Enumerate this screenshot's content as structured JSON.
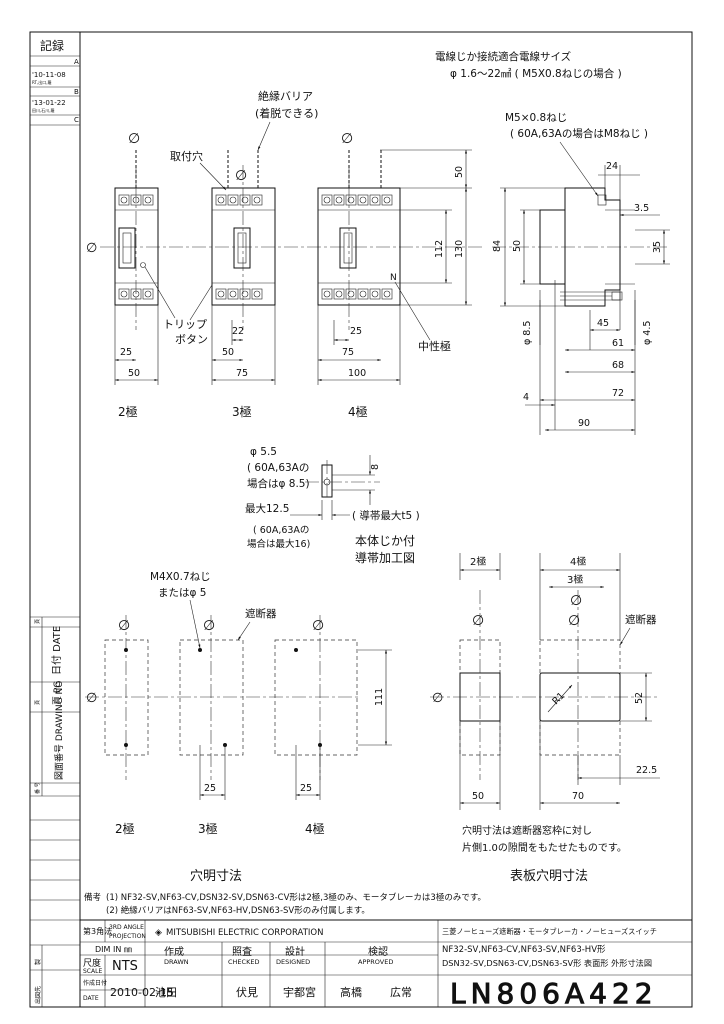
{
  "record": {
    "title": "記録",
    "rev_a": "A",
    "rev_b": "B",
    "rev_c": "C",
    "rev_a_date": "'10-11-08",
    "rev_a_note": "RT,出口,羅",
    "rev_b_date": "'13-01-22",
    "rev_b_note": "田川,石川,羅"
  },
  "side_labels": {
    "date": "日付 DATE",
    "page": "頁 PG",
    "drawing_no": "図面番号 DRAWING NO",
    "date_small": "頁",
    "pg_small": "頁",
    "no_small": "番 号",
    "bottom1": "製",
    "bottom2": "出図先"
  },
  "top_note": {
    "line1": "電線じか接続適合電線サイズ",
    "line2": "φ 1.6～22㎟ ( M5X0.8ねじの場合 )"
  },
  "front_view": {
    "barrier1": "絶縁バリア",
    "barrier2": "(着脱できる)",
    "mount_hole": "取付穴",
    "trip1": "トリップ",
    "trip2": "ボタン",
    "neutral": "中性極",
    "neutral_mark": "N",
    "pole2": "2極",
    "pole3": "3極",
    "pole4": "4極",
    "dims": {
      "d25a": "25",
      "d50a": "50",
      "d22": "22",
      "d50b": "50",
      "d75a": "75",
      "d25b": "25",
      "d75b": "75",
      "d100": "100",
      "d50c": "50",
      "d112": "112",
      "d130": "130"
    }
  },
  "side_view": {
    "screw1": "M5×0.8ねじ",
    "screw2": "( 60A,63Aの場合はM8ねじ )",
    "dims": {
      "d24": "24",
      "d3_5": "3.5",
      "d84": "84",
      "d50": "50",
      "d35": "35",
      "d8_5": "φ 8.5",
      "d4_5": "φ 4.5",
      "d45": "45",
      "d61": "61",
      "d68": "68",
      "d4": "4",
      "d72": "72",
      "d90": "90"
    }
  },
  "terminal": {
    "phi1": "φ 5.5",
    "phi2": "( 60A,63Aの",
    "phi3": "場合はφ 8.5)",
    "d8": "8",
    "max1": "最大12.5",
    "max2": "( 60A,63Aの",
    "max3": "場合は最大16)",
    "tmax": "( 導帯最大t5 )",
    "title1": "本体じか付",
    "title2": "導帯加工図"
  },
  "hole_section": {
    "screw1": "M4X0.7ねじ",
    "screw2": "またはφ 5",
    "breaker": "遮断器",
    "d111": "111",
    "d25a": "25",
    "d25b": "25",
    "pole2": "2極",
    "pole3": "3極",
    "pole4": "4極",
    "title": "穴明寸法"
  },
  "panel_section": {
    "pole2": "2極",
    "pole4": "4極",
    "pole3": "3極",
    "breaker": "遮断器",
    "r1": "R1",
    "d52": "52",
    "d22_5": "22.5",
    "d50": "50",
    "d70": "70",
    "note1": "穴明寸法は遮断器窓枠に対し",
    "note2": "片側1.0の隙間をもたせたものです。",
    "title": "表板穴明寸法"
  },
  "remarks": {
    "label": "備考",
    "r1": "(1) NF32-SV,NF63-CV,DSN32-SV,DSN63-CV形は2極,3極のみ、モータブレーカは3極のみです。",
    "r2": "(2) 絶縁バリアはNF63-SV,NF63-HV,DSN63-SV形のみ付属します。"
  },
  "title_block": {
    "angle": "第3角法",
    "angle_en1": "3RD ANGLE",
    "angle_en2": "PROJECTION",
    "dim_in": "DIM IN ㎜",
    "scale_jp": "尺度",
    "scale_en": "SCALE",
    "scale_val": "NTS",
    "date_jp": "作成日付",
    "date_en": "DATE",
    "date_val": "2010-02-15",
    "company": "MITSUBISHI ELECTRIC CORPORATION",
    "drawn_jp": "作成",
    "drawn_en": "DRAWN",
    "checked_jp": "照査",
    "checked_en": "CHECKED",
    "designed_jp": "設計",
    "designed_en": "DESIGNED",
    "approved_jp": "検認",
    "approved_en": "APPROVED",
    "drawn_name": "池田",
    "checked_name": "伏見",
    "designed_name": "宇都宮",
    "approved_name1": "高橋",
    "approved_name2": "広常",
    "product1": "三菱ノーヒューズ遮断器・モータブレーカ・ノーヒューズスイッチ",
    "product2": "NF32-SV,NF63-CV,NF63-SV,NF63-HV形",
    "product3": "DSN32-SV,DSN63-CV,DSN63-SV形 表面形 外形寸法図",
    "drawing_no": "LN806A422"
  }
}
